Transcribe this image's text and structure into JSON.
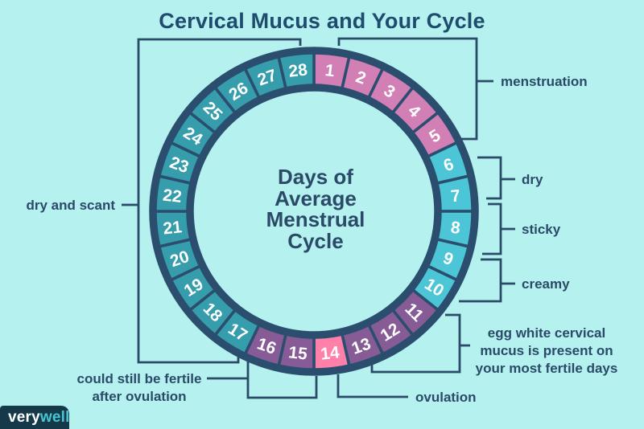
{
  "page": {
    "title": "Cervical Mucus and Your Cycle"
  },
  "center_text": {
    "lines": [
      "Days of",
      "Average",
      "Menstrual",
      "Cycle"
    ]
  },
  "labels": {
    "menstruation": "menstruation",
    "dry": "dry",
    "sticky": "sticky",
    "creamy": "creamy",
    "egg_white": [
      "egg white cervical",
      "mucus is present on",
      "your most fertile days"
    ],
    "ovulation": "ovulation",
    "fertile": [
      "could still be fertile",
      "after ovulation"
    ],
    "dry_scant": "dry and scant"
  },
  "logo": {
    "part1": "very",
    "part2": "well"
  },
  "colors": {
    "background": "#b4f1ef",
    "ink": "#2a4a68",
    "ring_outline": "#2c4e6e",
    "number_text": "#ffffff",
    "menstruation_pink": "#d27fb5",
    "mucus_cyan": "#4cc6d7",
    "dry_scant_teal": "#359dab",
    "fertile_purple": "#875c96",
    "ovulation_pink": "#ff80a8",
    "logo_bg": "#16394a",
    "logo_accent": "#45c6d2"
  },
  "chart_data": {
    "type": "donut",
    "title": "Cervical Mucus and Your Cycle",
    "center_label": "Days of Average Menstrual Cycle",
    "total_days": 28,
    "start_angle_deg": 0,
    "direction": "clockwise",
    "day_numbers": [
      1,
      2,
      3,
      4,
      5,
      6,
      7,
      8,
      9,
      10,
      11,
      12,
      13,
      14,
      15,
      16,
      17,
      18,
      19,
      20,
      21,
      22,
      23,
      24,
      25,
      26,
      27,
      28
    ],
    "segments": [
      {
        "phase": "menstruation",
        "day_start": 1,
        "day_end": 5,
        "color": "#d27fb5",
        "annotation": "menstruation"
      },
      {
        "phase": "dry",
        "day_start": 6,
        "day_end": 7,
        "color": "#4cc6d7",
        "annotation": "dry"
      },
      {
        "phase": "sticky",
        "day_start": 8,
        "day_end": 9,
        "color": "#4cc6d7",
        "annotation": "sticky"
      },
      {
        "phase": "creamy",
        "day_start": 10,
        "day_end": 10,
        "color": "#4cc6d7",
        "annotation": "creamy"
      },
      {
        "phase": "egg white fertile",
        "day_start": 11,
        "day_end": 13,
        "color": "#875c96",
        "annotation": "egg white cervical mucus is present on your most fertile days"
      },
      {
        "phase": "ovulation",
        "day_start": 14,
        "day_end": 14,
        "color": "#ff80a8",
        "annotation": "ovulation"
      },
      {
        "phase": "post-ovulation fertile",
        "day_start": 15,
        "day_end": 16,
        "color": "#875c96",
        "annotation": "could still be fertile after ovulation"
      },
      {
        "phase": "dry and scant",
        "day_start": 17,
        "day_end": 28,
        "color": "#359dab",
        "annotation": "dry and scant"
      }
    ]
  }
}
